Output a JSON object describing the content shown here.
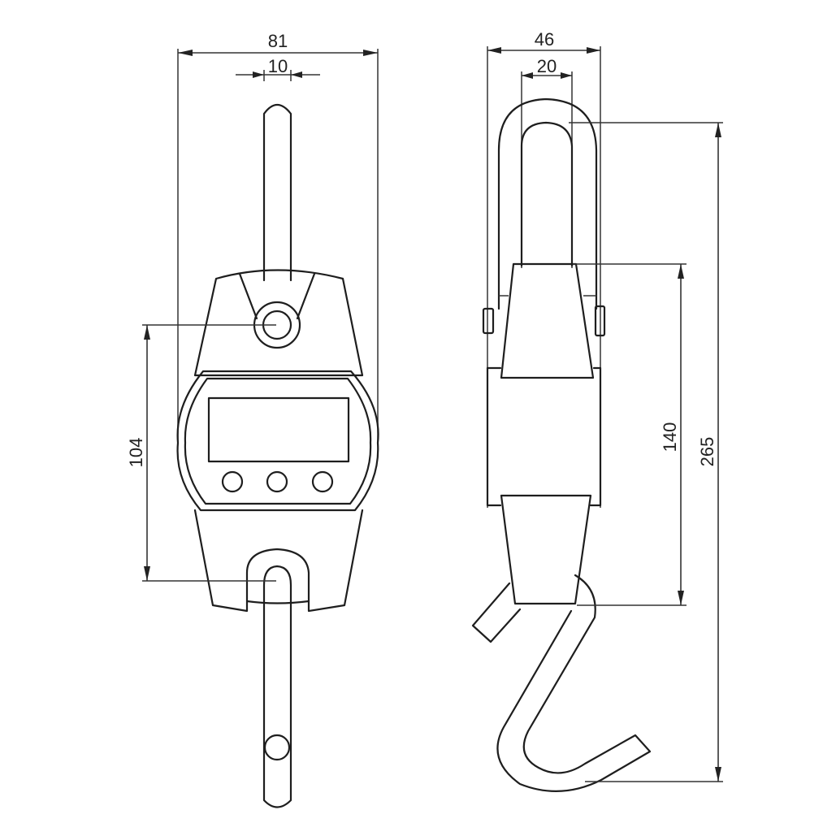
{
  "diagram": {
    "description": "Technical drawing of a crane scale: front view and side view with dimensions",
    "units": "mm",
    "colors": {
      "line": "#1e1e1e",
      "background": "#ffffff"
    },
    "front_view": {
      "label": "front-view",
      "dimensions": {
        "overall_width": "81",
        "hook_width": "10",
        "body_height": "104"
      },
      "buttons": [
        "button-1",
        "button-2",
        "button-3"
      ]
    },
    "side_view": {
      "label": "side-view",
      "dimensions": {
        "overall_depth": "46",
        "shackle_width": "20",
        "body_length": "140",
        "total_length": "265"
      }
    }
  }
}
